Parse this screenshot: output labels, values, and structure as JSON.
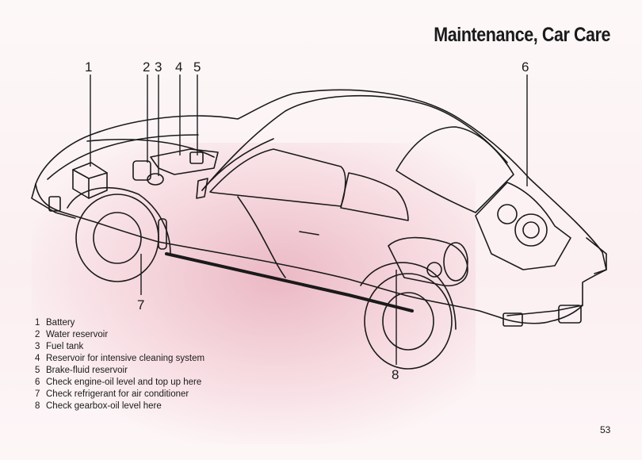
{
  "title": "Maintenance, Car Care",
  "page_number": "53",
  "callouts": [
    "1",
    "2",
    "3",
    "4",
    "5",
    "6",
    "7",
    "8"
  ],
  "legend": [
    {
      "number": "1",
      "text": "Battery"
    },
    {
      "number": "2",
      "text": "Water reservoir"
    },
    {
      "number": "3",
      "text": "Fuel tank"
    },
    {
      "number": "4",
      "text": "Reservoir for intensive cleaning system"
    },
    {
      "number": "5",
      "text": "Brake-fluid reservoir"
    },
    {
      "number": "6",
      "text": "Check engine-oil level and top up here"
    },
    {
      "number": "7",
      "text": "Check refrigerant for air conditioner"
    },
    {
      "number": "8",
      "text": "Check gearbox-oil level here"
    }
  ]
}
